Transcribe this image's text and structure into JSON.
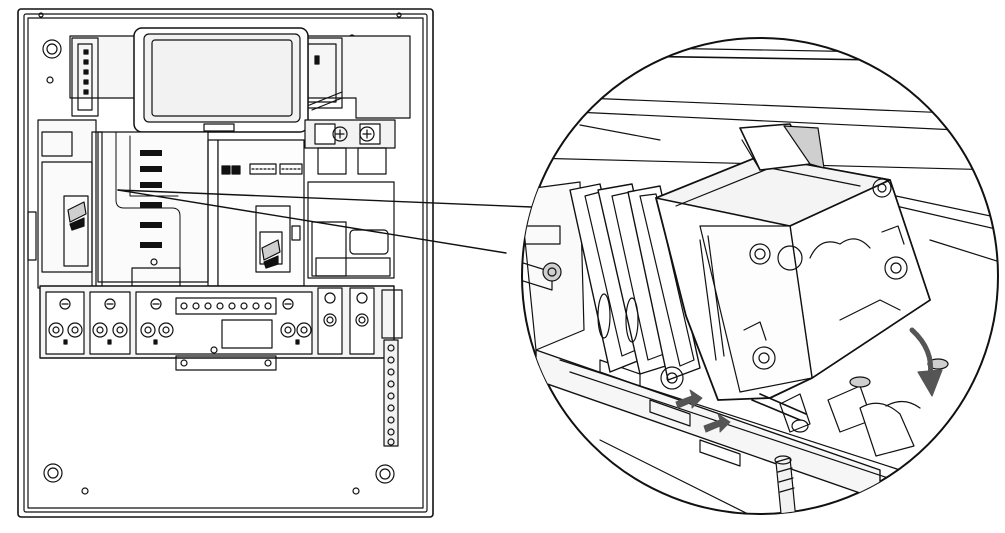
{
  "figure": {
    "kind": "installation-diagram",
    "subject": "breaker-insertion-detail",
    "colors": {
      "line": "#111111",
      "light_fill": "#f2f2f2",
      "mid_fill": "#cfcfcf",
      "arrow": "#555555",
      "background": "#ffffff"
    },
    "icons": {
      "callout_arrow_large": "curved-down-arrow",
      "callout_arrows_small": "right-arrow"
    }
  }
}
